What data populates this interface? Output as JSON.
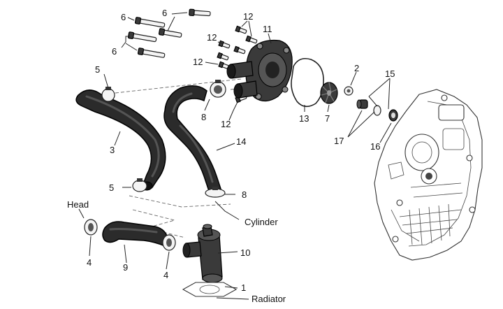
{
  "diagram": {
    "callouts": {
      "n1": "1",
      "n2": "2",
      "n3": "3",
      "n4a": "4",
      "n4b": "4",
      "n5a": "5",
      "n5b": "5",
      "n6a": "6",
      "n6b": "6",
      "n6c": "6",
      "n7": "7",
      "n8a": "8",
      "n8b": "8",
      "n9": "9",
      "n10": "10",
      "n11": "11",
      "n12a": "12",
      "n12b": "12",
      "n12c": "12",
      "n12d": "12",
      "n13": "13",
      "n14": "14",
      "n15": "15",
      "n16": "16",
      "n17": "17"
    },
    "labels": {
      "head": "Head",
      "cylinder": "Cylinder",
      "radiator": "Radiator"
    }
  }
}
